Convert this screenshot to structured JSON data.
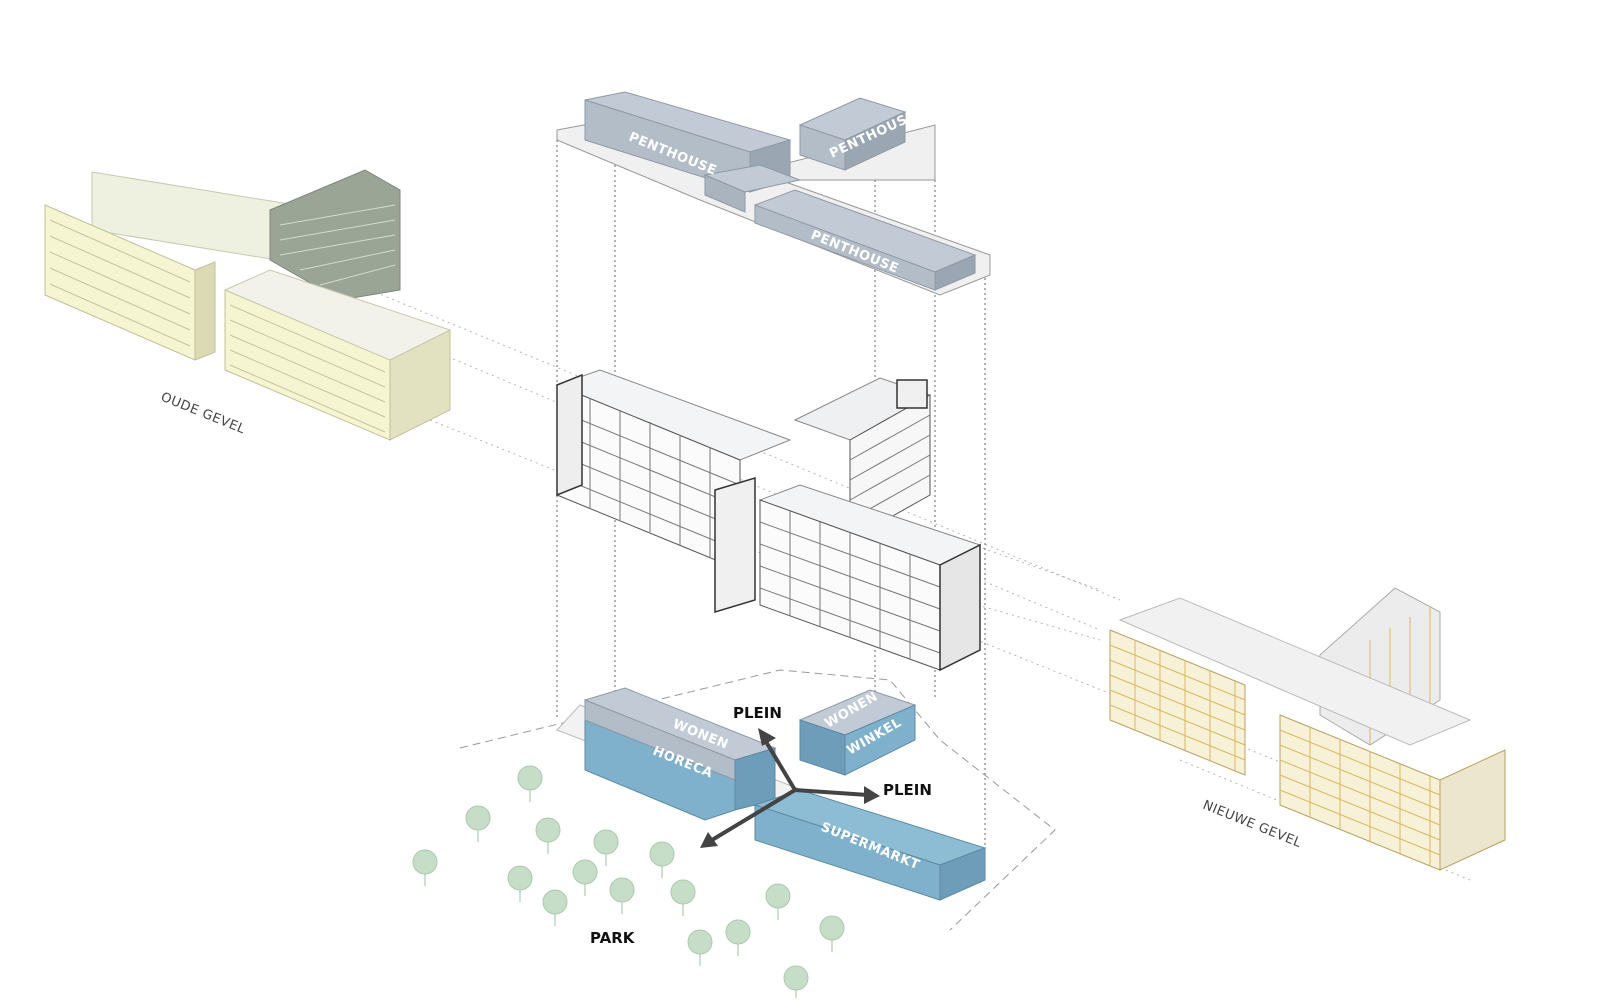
{
  "diagram": {
    "title": "Exploded axonometric: programme, structure and facades",
    "labels": {
      "old_facade": "OUDE GEVEL",
      "new_facade": "NIEUWE GEVEL",
      "park": "PARK",
      "plein_top": "PLEIN",
      "plein_right": "PLEIN"
    },
    "penthouse_level": {
      "blocks": [
        {
          "id": "west",
          "label": "PENTHOUSE"
        },
        {
          "id": "north",
          "label": "PENTHOUSE"
        },
        {
          "id": "south",
          "label": "PENTHOUSE"
        }
      ]
    },
    "ground_level": {
      "blocks": [
        {
          "id": "wonen-west",
          "label": "WONEN"
        },
        {
          "id": "horeca",
          "label": "HORECA"
        },
        {
          "id": "wonen-north",
          "label": "WONEN"
        },
        {
          "id": "winkel",
          "label": "WINKEL"
        },
        {
          "id": "supermarkt",
          "label": "SUPERMARKT"
        }
      ]
    },
    "colors": {
      "programme_blue": "#7fb0cc",
      "penthouse_grey": "#b8c2cc",
      "old_facade_yellow": "#f4f2c8",
      "new_facade_gold": "#d9b860",
      "tree_green": "#c6dec8",
      "structure_line": "#555555"
    }
  }
}
